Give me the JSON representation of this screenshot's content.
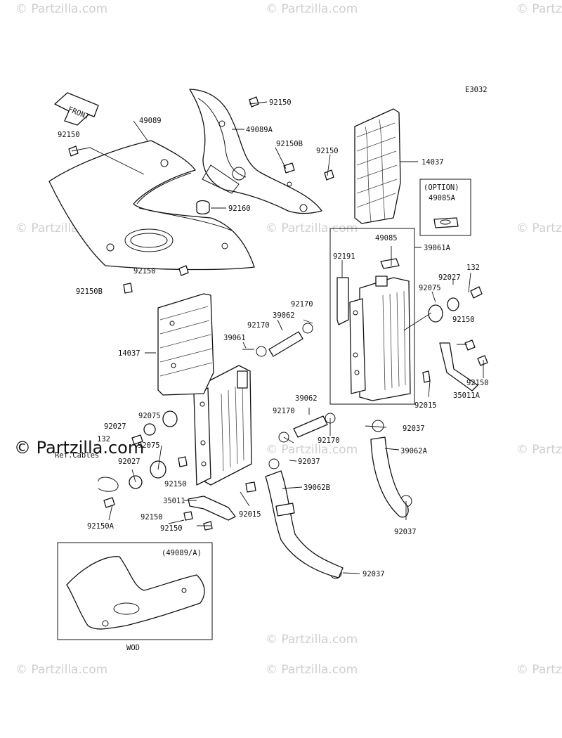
{
  "diagram_code": "E3032",
  "front_label": "FRONT",
  "watermark_small": "© Partzilla.com",
  "watermark_large": "© Partzilla.com",
  "option_box": {
    "title": "(OPTION)",
    "part": "49085A"
  },
  "inset_box": {
    "title": "(49089/A)",
    "caption": "WOD"
  },
  "ref_cables": "Ref.Cables",
  "labels": [
    {
      "id": "l01",
      "text": "92150"
    },
    {
      "id": "l02",
      "text": "49089"
    },
    {
      "id": "l03",
      "text": "92150"
    },
    {
      "id": "l04",
      "text": "49089A"
    },
    {
      "id": "l05",
      "text": "92150B"
    },
    {
      "id": "l06",
      "text": "92150"
    },
    {
      "id": "l07",
      "text": "14037"
    },
    {
      "id": "l08",
      "text": "92160"
    },
    {
      "id": "l09",
      "text": "49085"
    },
    {
      "id": "l10",
      "text": "39061A"
    },
    {
      "id": "l11",
      "text": "92191"
    },
    {
      "id": "l12",
      "text": "132"
    },
    {
      "id": "l13",
      "text": "92027"
    },
    {
      "id": "l14",
      "text": "92075"
    },
    {
      "id": "l15",
      "text": "92150"
    },
    {
      "id": "l16",
      "text": "92150B"
    },
    {
      "id": "l17",
      "text": "92170"
    },
    {
      "id": "l18",
      "text": "39062"
    },
    {
      "id": "l19",
      "text": "92170"
    },
    {
      "id": "l20",
      "text": "39061"
    },
    {
      "id": "l21",
      "text": "14037"
    },
    {
      "id": "l22",
      "text": "92150"
    },
    {
      "id": "l23",
      "text": "92150"
    },
    {
      "id": "l24",
      "text": "35011A"
    },
    {
      "id": "l25",
      "text": "92015"
    },
    {
      "id": "l26",
      "text": "92075"
    },
    {
      "id": "l27",
      "text": "92027"
    },
    {
      "id": "l28",
      "text": "132"
    },
    {
      "id": "l29",
      "text": "39062"
    },
    {
      "id": "l30",
      "text": "92170"
    },
    {
      "id": "l31",
      "text": "92170"
    },
    {
      "id": "l32",
      "text": "92037"
    },
    {
      "id": "l33",
      "text": "39062A"
    },
    {
      "id": "l34",
      "text": "92075"
    },
    {
      "id": "l35",
      "text": "92027"
    },
    {
      "id": "l36",
      "text": "92037"
    },
    {
      "id": "l37",
      "text": "92150"
    },
    {
      "id": "l38",
      "text": "39062B"
    },
    {
      "id": "l39",
      "text": "35011"
    },
    {
      "id": "l40",
      "text": "92015"
    },
    {
      "id": "l41",
      "text": "92150"
    },
    {
      "id": "l42",
      "text": "92150"
    },
    {
      "id": "l43",
      "text": "92150A"
    },
    {
      "id": "l44",
      "text": "92037"
    },
    {
      "id": "l45",
      "text": "92037"
    }
  ]
}
